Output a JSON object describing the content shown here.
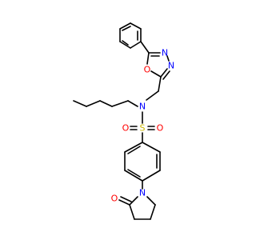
{
  "colors": {
    "carbon": "#000000",
    "nitrogen": "#0000ff",
    "oxygen": "#ff0000",
    "sulfur": "#ccb800",
    "background": "#ffffff"
  },
  "atoms": {
    "ring_oxygen": "O",
    "ring_n1": "N",
    "ring_n2": "N",
    "amine_n": "N",
    "sulfur": "S",
    "sulfonyl_o_left": "O",
    "sulfonyl_o_right": "O",
    "lactam_n": "N",
    "carbonyl_o": "O"
  }
}
